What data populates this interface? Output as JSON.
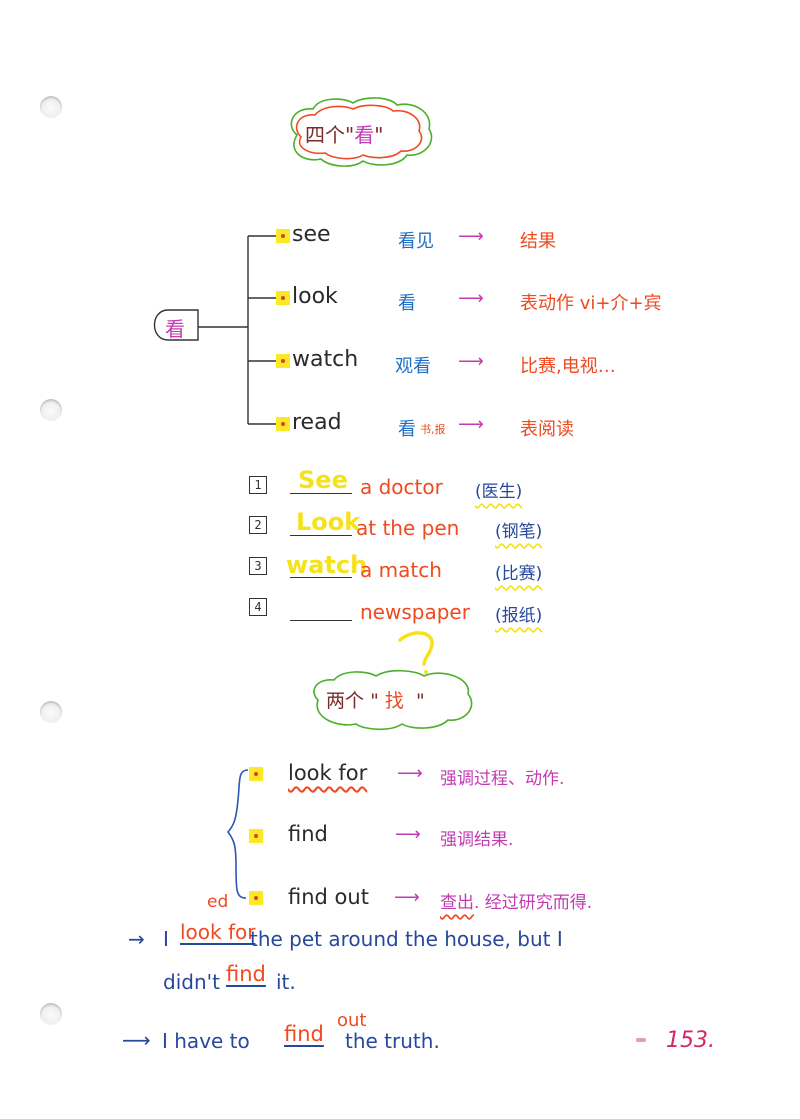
{
  "page": {
    "binder_holes": 4,
    "page_number": "153."
  },
  "section1": {
    "title_prefix": "四个",
    "title_quote_open": "\"",
    "title_word": "看",
    "title_quote_close": "\"",
    "root": "看",
    "items": [
      {
        "word": "see",
        "meaning": "看见",
        "meaning_suffix": "",
        "arrow": "⟶",
        "note": "结果"
      },
      {
        "word": "look",
        "meaning": "看",
        "meaning_suffix": "",
        "arrow": "⟶",
        "note": "表动作 vi+介+宾"
      },
      {
        "word": "watch",
        "meaning": "观看",
        "meaning_suffix": "",
        "arrow": "⟶",
        "note": "比赛,电视…"
      },
      {
        "word": "read",
        "meaning": "看",
        "meaning_suffix": "书,报",
        "arrow": "⟶",
        "note": "表阅读"
      }
    ],
    "exercises": [
      {
        "num": "1",
        "answer": "See",
        "phrase": "a doctor",
        "gloss": "(医生)"
      },
      {
        "num": "2",
        "answer": "Look",
        "phrase": "at the pen",
        "gloss": "(钢笔)"
      },
      {
        "num": "3",
        "answer": "watch",
        "phrase": "a match",
        "gloss": "(比赛)"
      },
      {
        "num": "4",
        "answer": "",
        "phrase": "newspaper",
        "gloss": "(报纸)"
      }
    ],
    "question_mark": "?"
  },
  "section2": {
    "title_prefix": "两个",
    "title_quote_open": "\"",
    "title_word": "找",
    "title_quote_close": "\"",
    "items": [
      {
        "word": "look for",
        "arrow": "⟶",
        "note": "强调过程、动作."
      },
      {
        "word": "find",
        "arrow": "⟶",
        "note": "强调结果."
      },
      {
        "word": "find out",
        "arrow": "⟶",
        "note_underlined": "查出",
        "note": ". 经过研究而得."
      }
    ],
    "examples": [
      {
        "arrow": "→",
        "line1_start": "I",
        "blank1_answer": "look for",
        "blank1_correction": "ed",
        "line1_rest": "the pet around the house, but I",
        "line2_start": "didn't",
        "blank2_answer": "find",
        "line2_rest": "it."
      },
      {
        "arrow": "⟶",
        "start": "I have to",
        "blank_answer": "find",
        "blank_extra": "out",
        "rest": "the truth."
      }
    ]
  }
}
